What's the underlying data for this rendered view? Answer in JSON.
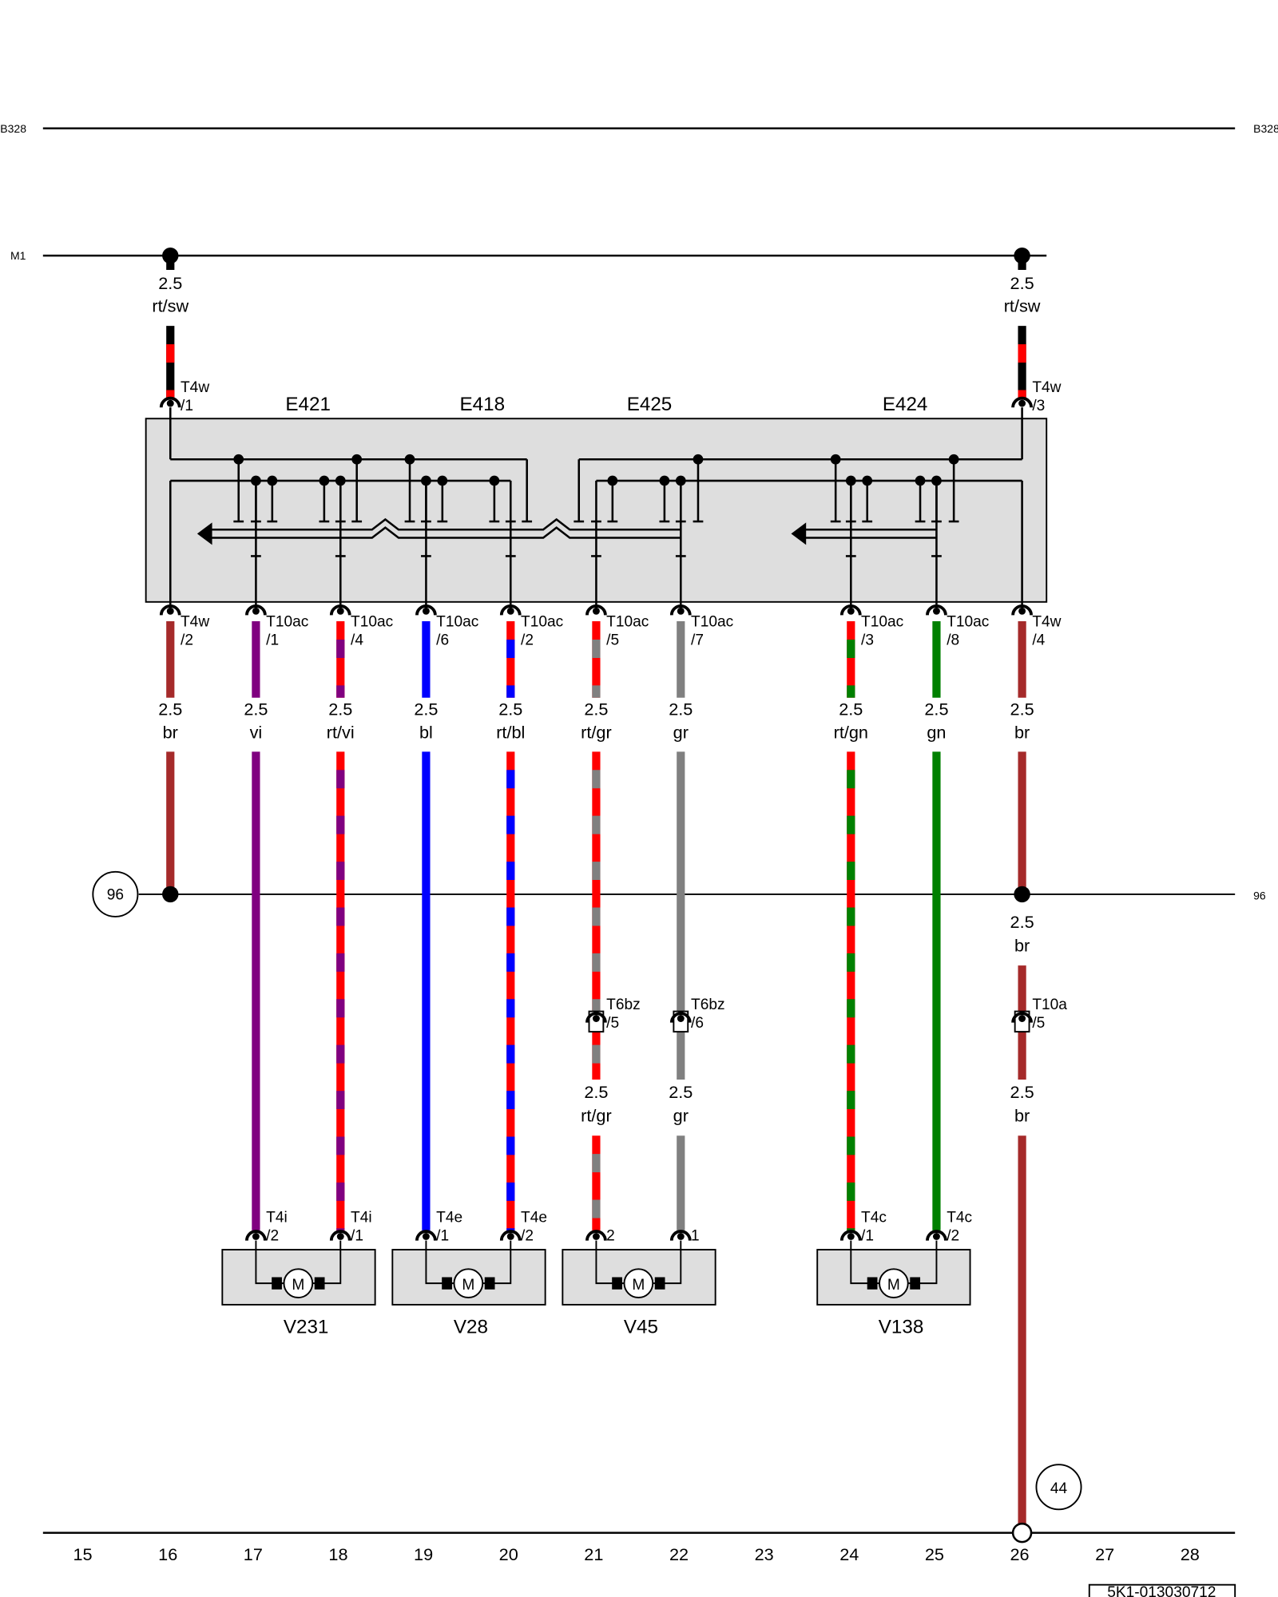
{
  "rails": {
    "b328_left": "B328",
    "b328_right": "B328",
    "m1": "M1",
    "r96": "96"
  },
  "top_wires": [
    {
      "size": "2.5",
      "color": "rt/sw",
      "connector": "T4w",
      "pin": "/1",
      "stripes": [
        "#000000",
        "#ff0000"
      ]
    },
    {
      "size": "2.5",
      "color": "rt/sw",
      "connector": "T4w",
      "pin": "/3",
      "stripes": [
        "#000000",
        "#ff0000"
      ]
    }
  ],
  "components": [
    "E421",
    "E418",
    "E425",
    "E424"
  ],
  "wires": [
    {
      "size": "2.5",
      "color": "br",
      "connector": "T4w",
      "pin": "/2",
      "stripes": [
        "#a52a2a"
      ]
    },
    {
      "size": "2.5",
      "color": "vi",
      "connector": "T10ac",
      "pin": "/1",
      "stripes": [
        "#800080"
      ]
    },
    {
      "size": "2.5",
      "color": "rt/vi",
      "connector": "T10ac",
      "pin": "/4",
      "stripes": [
        "#ff0000",
        "#800080"
      ]
    },
    {
      "size": "2.5",
      "color": "bl",
      "connector": "T10ac",
      "pin": "/6",
      "stripes": [
        "#0000ff"
      ]
    },
    {
      "size": "2.5",
      "color": "rt/bl",
      "connector": "T10ac",
      "pin": "/2",
      "stripes": [
        "#ff0000",
        "#0000ff"
      ]
    },
    {
      "size": "2.5",
      "color": "rt/gr",
      "connector": "T10ac",
      "pin": "/5",
      "stripes": [
        "#ff0000",
        "#808080"
      ]
    },
    {
      "size": "2.5",
      "color": "gr",
      "connector": "T10ac",
      "pin": "/7",
      "stripes": [
        "#808080"
      ]
    },
    {
      "size": "2.5",
      "color": "rt/gn",
      "connector": "T10ac",
      "pin": "/3",
      "stripes": [
        "#ff0000",
        "#008000"
      ]
    },
    {
      "size": "2.5",
      "color": "gn",
      "connector": "T10ac",
      "pin": "/8",
      "stripes": [
        "#008000"
      ]
    },
    {
      "size": "2.5",
      "color": "br",
      "connector": "T4w",
      "pin": "/4",
      "stripes": [
        "#a52a2a"
      ]
    }
  ],
  "junction_label": {
    "size": "2.5",
    "color": "br"
  },
  "inline_connectors": [
    {
      "connector": "T6bz",
      "pin": "/5",
      "size": "2.5",
      "color": "rt/gr"
    },
    {
      "connector": "T6bz",
      "pin": "/6",
      "size": "2.5",
      "color": "gr"
    },
    {
      "connector": "T10a",
      "pin": "/5",
      "size": "2.5",
      "color": "br"
    }
  ],
  "motors": [
    {
      "name": "V231",
      "symbol": "M",
      "pins": [
        {
          "connector": "T4i",
          "pin": "/2"
        },
        {
          "connector": "T4i",
          "pin": "/1"
        }
      ]
    },
    {
      "name": "V28",
      "symbol": "M",
      "pins": [
        {
          "connector": "T4e",
          "pin": "/1"
        },
        {
          "connector": "T4e",
          "pin": "/2"
        }
      ]
    },
    {
      "name": "V45",
      "symbol": "M",
      "pins": [
        {
          "connector": "",
          "pin": "2"
        },
        {
          "connector": "",
          "pin": "1"
        }
      ]
    },
    {
      "name": "V138",
      "symbol": "M",
      "pins": [
        {
          "connector": "T4c",
          "pin": "/1"
        },
        {
          "connector": "T4c",
          "pin": "/2"
        }
      ]
    }
  ],
  "refs": {
    "circle_96": "96",
    "circle_44": "44"
  },
  "grid_numbers": [
    "15",
    "16",
    "17",
    "18",
    "19",
    "20",
    "21",
    "22",
    "23",
    "24",
    "25",
    "26",
    "27",
    "28"
  ],
  "doc_id": "5K1-013030712"
}
